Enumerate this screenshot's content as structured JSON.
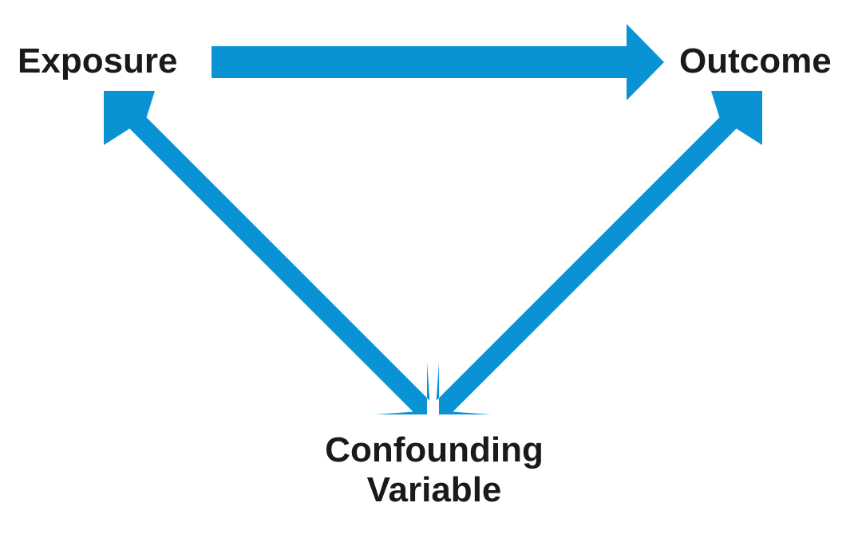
{
  "diagram": {
    "arrow_color": "#0a93d4",
    "text_color": "#1a1a1a",
    "nodes": {
      "exposure": "Exposure",
      "outcome": "Outcome",
      "confounding_line1": "Confounding",
      "confounding_line2": "Variable"
    },
    "edges": [
      {
        "from": "Exposure",
        "to": "Outcome",
        "direction": "one-way"
      },
      {
        "from": "Exposure",
        "to": "Confounding Variable",
        "direction": "two-way"
      },
      {
        "from": "Outcome",
        "to": "Confounding Variable",
        "direction": "two-way"
      }
    ]
  }
}
